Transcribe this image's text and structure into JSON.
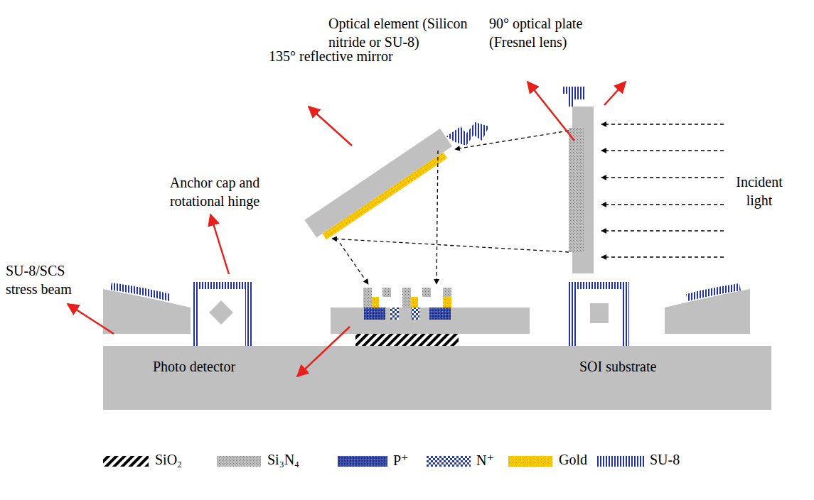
{
  "diagram": {
    "labels": [
      "135° reflective mirror",
      "Optical element (Silicon nitride or SU-8)",
      "90° optical plate (Fresnel lens)",
      "Anchor cap and rotational hinge",
      "SU-8/SCS stress beam",
      "Incident light",
      "Photo detector",
      "SOI substrate"
    ],
    "legend": [
      {
        "text": "SiO₂"
      },
      {
        "text": "Si₃N₄"
      },
      {
        "text": "P⁺"
      },
      {
        "text": "N⁺"
      },
      {
        "text": "Gold"
      },
      {
        "text": "SU-8"
      }
    ]
  }
}
